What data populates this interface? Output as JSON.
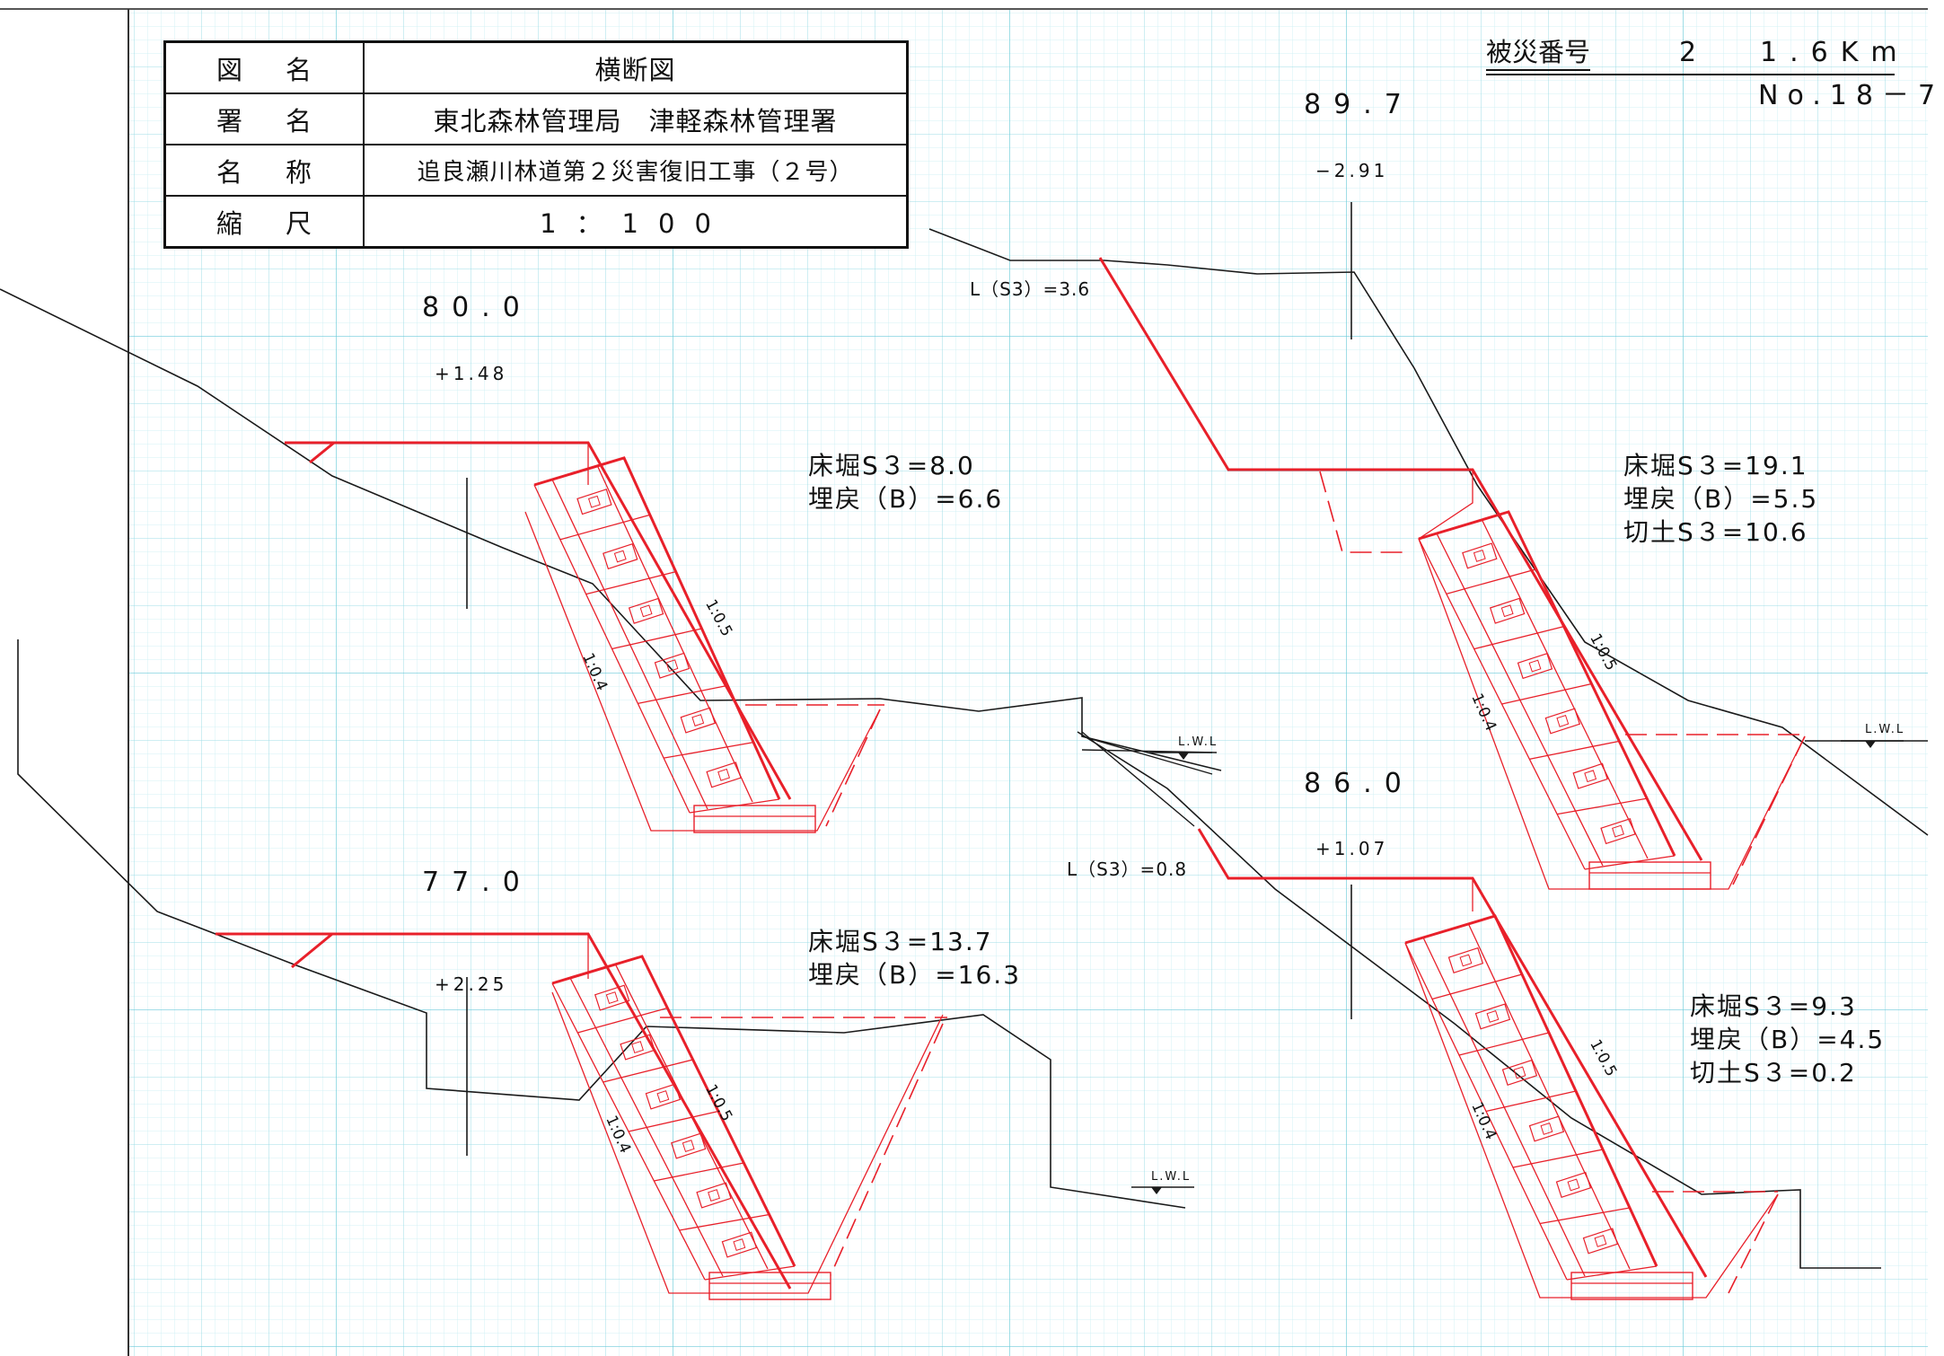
{
  "title_block": {
    "rows": [
      {
        "key": "図名",
        "value": "横断図"
      },
      {
        "key": "署名",
        "value": "東北森林管理局　津軽森林管理署"
      },
      {
        "key": "名称",
        "value": "追良瀬川林道第２災害復旧工事（２号）"
      },
      {
        "key": "縮尺",
        "value": "1：100"
      }
    ]
  },
  "header": {
    "disaster_label": "被災番号",
    "disaster_no": "2",
    "distance": "1.6Km",
    "station": "No.18－7"
  },
  "sections": [
    {
      "elevation": "80.0",
      "offset": "+1.48",
      "quantities": [
        "床堀S３=8.0",
        "埋戻（B）=6.6"
      ],
      "slopes": [
        "1:0.5",
        "1:0.4"
      ],
      "lwl": "L.W.L"
    },
    {
      "elevation": "89.7",
      "offset": "−2.91",
      "cut_length": "L（S3）=3.6",
      "quantities": [
        "床堀S３=19.1",
        "埋戻（B）=5.5",
        "切土S３=10.6"
      ],
      "slopes": [
        "1:0.5",
        "1:0.4"
      ],
      "lwl": "L.W.L"
    },
    {
      "elevation": "77.0",
      "offset": "+2.25",
      "quantities": [
        "床堀S３=13.7",
        "埋戻（B）=16.3"
      ],
      "slopes": [
        "1:0.5",
        "1:0.4"
      ],
      "lwl": "L.W.L"
    },
    {
      "elevation": "86.0",
      "offset": "+1.07",
      "cut_length": "L（S3）=0.8",
      "quantities": [
        "床堀S３=9.3",
        "埋戻（B）=4.5",
        "切土S３=0.2"
      ],
      "slopes": [
        "1:0.5",
        "1:0.4"
      ]
    }
  ],
  "colors": {
    "grid_minor": "#cdeff4",
    "grid_major": "#8fd8e3",
    "structure": "#e8202a",
    "ground": "#1a1a1a"
  }
}
